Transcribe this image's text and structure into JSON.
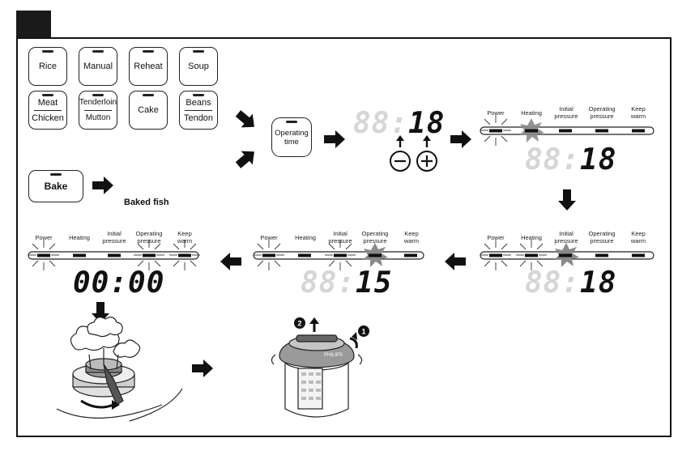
{
  "buttons": {
    "rice": "Rice",
    "manual": "Manual",
    "reheat": "Reheat",
    "soup": "Soup",
    "meat": "Meat",
    "chicken": "Chicken",
    "tenderloin": "Tenderloin",
    "mutton": "Mutton",
    "cake": "Cake",
    "beans": "Beans",
    "tendon": "Tendon",
    "bake": "Bake",
    "operating_line1": "Operating",
    "operating_line2": "time"
  },
  "baked_fish_label": "Baked fish",
  "displays": {
    "step1_dim": "88:",
    "step1_val": "18",
    "step2_dim": "88:",
    "step2_val": "18",
    "step3_dim": "88:",
    "step3_val": "18",
    "step4_dim": "88:",
    "step4_val": "15",
    "step5_val": "00:00"
  },
  "status_labels": {
    "power": "Power",
    "heating": "Heating",
    "initial_1": "Initial",
    "initial_2": "pressure",
    "operating_1": "Operating",
    "operating_2": "pressure",
    "keep_1": "Keep",
    "keep_2": "warm"
  },
  "step_numbers": {
    "one": "1",
    "two": "2"
  },
  "brand": "PHILIPS"
}
